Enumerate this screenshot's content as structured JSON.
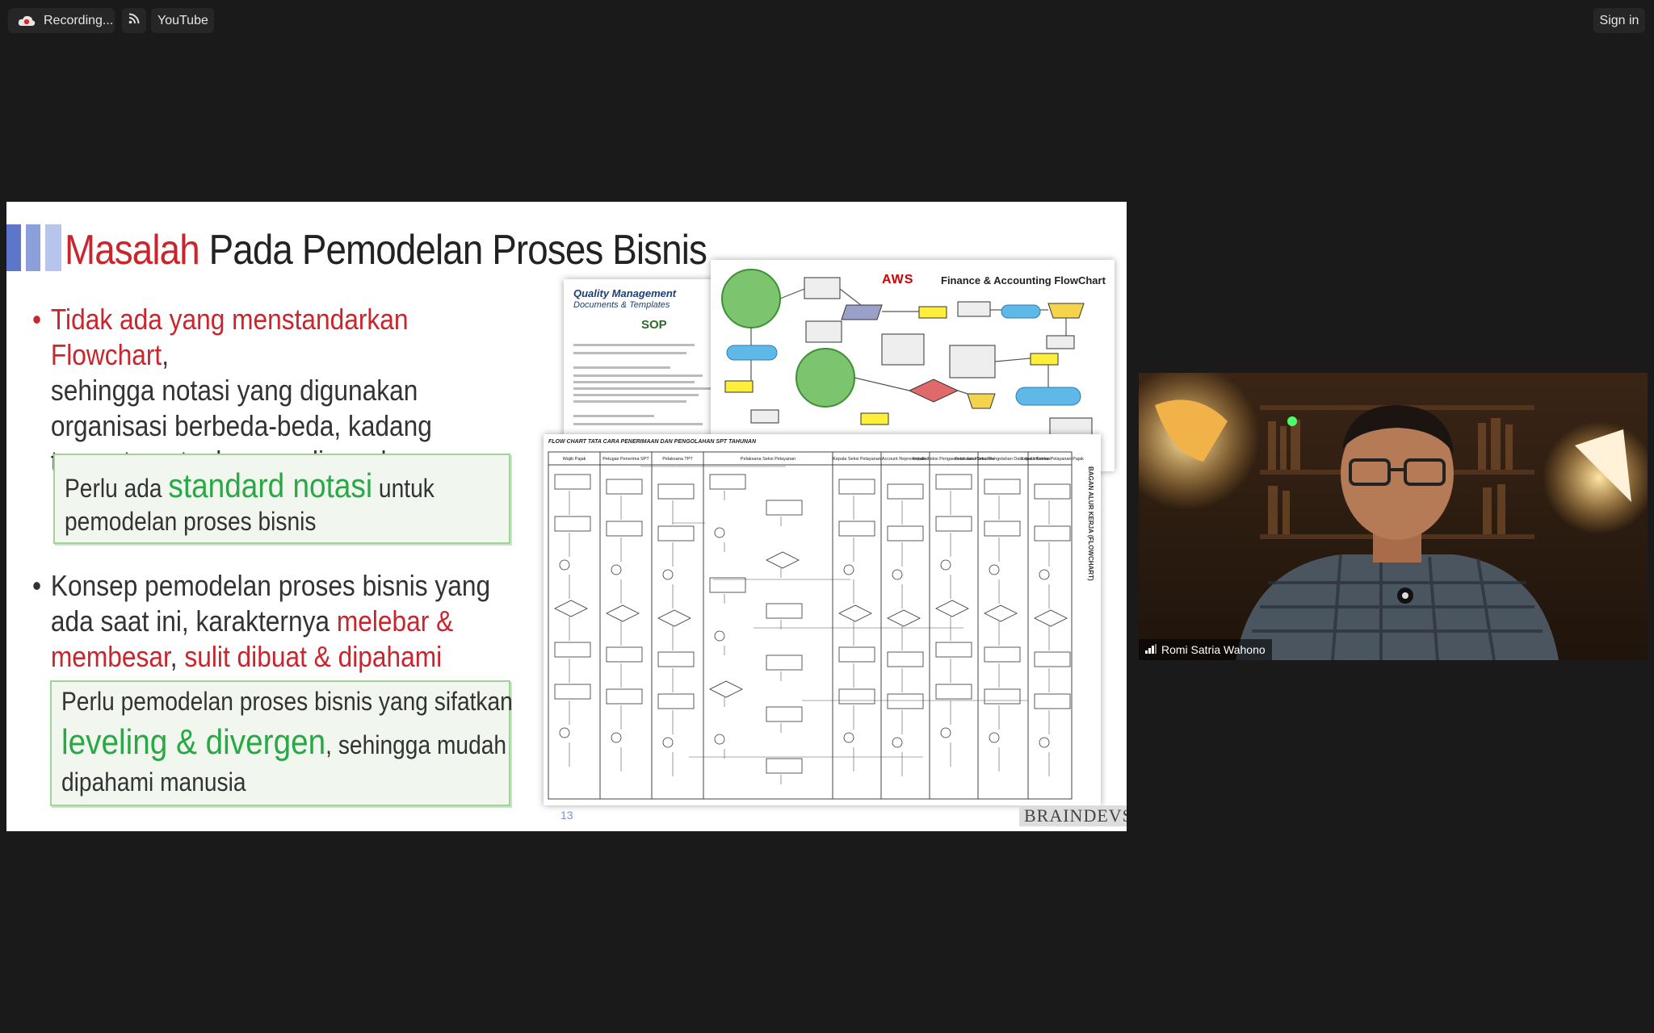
{
  "topbar": {
    "recording_label": "Recording...",
    "youtube_label": "YouTube",
    "signin_label": "Sign in"
  },
  "slide": {
    "title_red": "Masalah",
    "title_rest": "Pada Pemodelan Proses Bisnis",
    "bullet1": {
      "red": "Tidak ada yang menstandarkan Flowchart",
      "l1_tail": ",",
      "l2": "sehingga notasi yang digunakan",
      "l3": "organisasi berbeda-beda, kadang",
      "l4": "tergantung tools yang digunakan"
    },
    "box1": {
      "pre": "Perlu ada",
      "green": "standard notasi",
      "post": "untuk",
      "l2": "pemodelan proses bisnis"
    },
    "bullet2": {
      "l1": "Konsep pemodelan proses bisnis yang",
      "l2_pre": "ada saat ini, karakternya",
      "l2_red": "melebar &",
      "l3_red1": "membesar",
      "l3_sep": ",",
      "l3_red2": "sulit dibuat & dipahami"
    },
    "box2": {
      "l1": "Perlu pemodelan proses bisnis yang sifatkan",
      "green": "leveling & divergen",
      "post": ", sehingga mudah",
      "l3": "dipahami manusia"
    },
    "page_number": "13",
    "logo_text": "BRAINDEVS",
    "doc_qm": {
      "heading": "Quality Management",
      "sub": "Documents & Templates",
      "sop": "SOP"
    },
    "doc_aws": {
      "brand": "AWS",
      "title": "Finance & Accounting FlowChart"
    },
    "doc_fc": {
      "title": "FLOW CHART TATA CARA PENERIMAAN DAN PENGOLAHAN SPT TAHUNAN",
      "vertical": "BAGAN ALUR KERJA (FLOWCHART)",
      "columns": [
        "Wajib Pajak",
        "Petugas Penerima SPT",
        "Pelaksana TPT",
        "Pelaksana Seksi Pelayanan",
        "Kepala Seksi Pelayanan",
        "Account Representative",
        "Kepala Seksi Pengawasan dan Konsultasi",
        "Pelaksana Seksi Pengolahan Data dan Informasi",
        "Kepala Kantor Pelayanan Pajak"
      ]
    }
  },
  "video": {
    "participant_name": "Romi Satria Wahono"
  }
}
